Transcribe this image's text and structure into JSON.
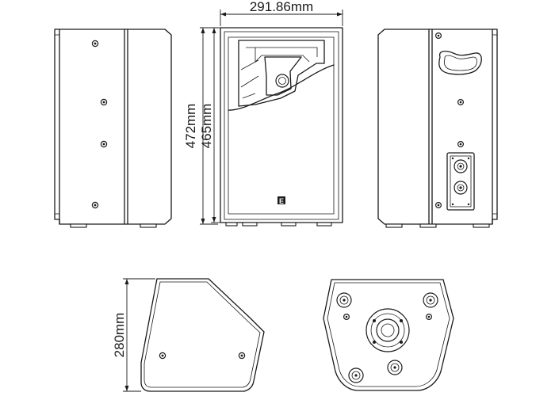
{
  "dimensions": {
    "width": "291.86mm",
    "height_outer": "472mm",
    "height_inner": "465mm",
    "depth": "280mm"
  },
  "views": {
    "side_left": "side-view-left",
    "front": "front-view",
    "rear": "rear-view",
    "side_bottom": "side-view-bottom",
    "top": "top-view"
  },
  "logo_mark": "E",
  "colors": {
    "line": "#1a1a1a",
    "background": "#ffffff"
  }
}
